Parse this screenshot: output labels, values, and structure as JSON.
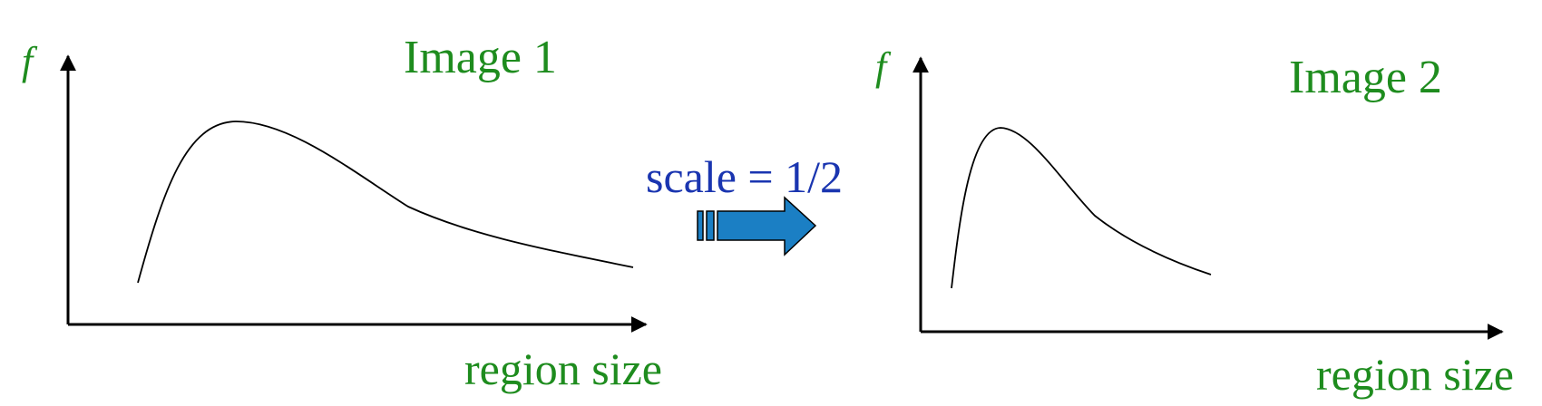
{
  "panels": [
    {
      "title": "Image 1",
      "y_label": "f",
      "x_label": "region size"
    },
    {
      "title": "Image 2",
      "y_label": "f",
      "x_label": "region size"
    }
  ],
  "transform": {
    "label": "scale = 1/2",
    "arrow_color": "#1b7fc4"
  },
  "colors": {
    "label_green": "#1e8c1e",
    "scale_blue": "#1a35b0"
  }
}
